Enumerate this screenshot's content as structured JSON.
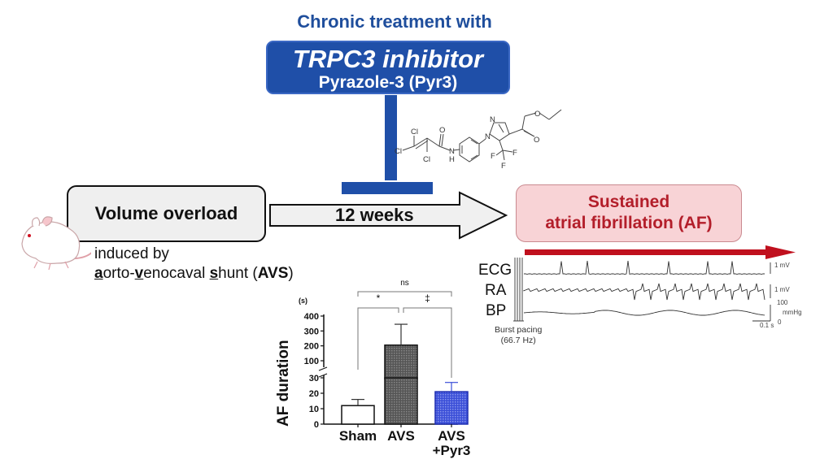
{
  "header": {
    "title": "Chronic treatment with",
    "drug_box": {
      "line1": "TRPC3 inhibitor",
      "line2": "Pyrazole-3 (Pyr3)"
    },
    "structure_atoms": [
      "Cl",
      "Cl",
      "Cl",
      "O",
      "N",
      "H",
      "N",
      "N",
      "O",
      "O",
      "F",
      "F",
      "F"
    ]
  },
  "colors": {
    "blue": "#1f4fa8",
    "red": "#c0101e",
    "pink_bg": "#f8d3d6",
    "af_text": "#b31e2a",
    "gray_box": "#efefef"
  },
  "flow": {
    "start_box": "Volume overload",
    "induced_prefix": "induced by",
    "induced_parts": [
      {
        "text": "a",
        "u": true
      },
      {
        "text": "orto-",
        "u": false
      },
      {
        "text": "v",
        "u": true
      },
      {
        "text": "enocaval ",
        "u": false
      },
      {
        "text": "s",
        "u": true
      },
      {
        "text": "hunt (",
        "u": false
      },
      {
        "text": "AVS",
        "b": true
      },
      {
        "text": ")",
        "u": false
      }
    ],
    "duration": "12 weeks",
    "end_box_line1": "Sustained",
    "end_box_line2": "atrial fibrillation (AF)"
  },
  "traces": {
    "labels": [
      "ECG",
      "RA",
      "BP"
    ],
    "scales": [
      "1 mV",
      "1 mV",
      "100",
      "mmHg",
      "0"
    ],
    "time_scale": "0.1 s",
    "burst_line1": "Burst pacing",
    "burst_line2": "(66.7 Hz)"
  },
  "chart_data": {
    "type": "bar",
    "title": "",
    "ylabel": "AF duration",
    "yunit": "(s)",
    "categories": [
      "Sham",
      "AVS",
      "AVS\n+Pyr3"
    ],
    "category_lines": [
      [
        "Sham"
      ],
      [
        "AVS"
      ],
      [
        "AVS",
        "+Pyr3"
      ]
    ],
    "values": [
      12,
      205,
      21
    ],
    "errors": [
      4,
      140,
      6
    ],
    "fills": [
      "#ffffff",
      "#555555",
      "#3b4fd8"
    ],
    "y_axis_broken": true,
    "lower_segment": {
      "range": [
        0,
        30
      ],
      "ticks": [
        0,
        10,
        20,
        30
      ]
    },
    "upper_segment": {
      "range": [
        100,
        400
      ],
      "ticks": [
        100,
        200,
        300,
        400
      ]
    },
    "significance": [
      {
        "from": 0,
        "to": 1,
        "label": "*"
      },
      {
        "from": 1,
        "to": 2,
        "label": "‡"
      },
      {
        "from": 0,
        "to": 2,
        "label": "ns"
      }
    ],
    "grid": false,
    "legend": "none"
  }
}
